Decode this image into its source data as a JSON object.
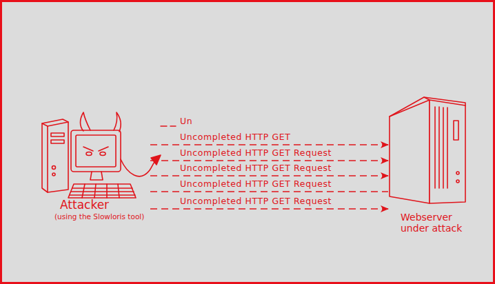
{
  "diagram": {
    "nodes": [
      {
        "text": [
          "Attacker",
          "(using the Slowloris tool)"
        ]
      },
      {
        "text": [
          "Webserver under attack"
        ]
      }
    ],
    "edges": [
      {
        "from": 0,
        "to": 1,
        "arrow": "to",
        "label": "Uncompleted HTTP GET"
      },
      {
        "from": 0,
        "to": 1,
        "arrow": "to",
        "label": "Uncompleted HTTP GET Request"
      },
      {
        "from": 0,
        "to": 1,
        "arrow": "to",
        "label": "Uncompleted HTTP GET Request"
      },
      {
        "from": 0,
        "to": 1,
        "arrow": "none",
        "label": "Uncompleted HTTP GET Request"
      },
      {
        "from": 0,
        "to": 1,
        "arrow": "to",
        "label": "Uncompleted HTTP GET Request"
      }
    ],
    "labels": [
      "Un"
    ]
  }
}
